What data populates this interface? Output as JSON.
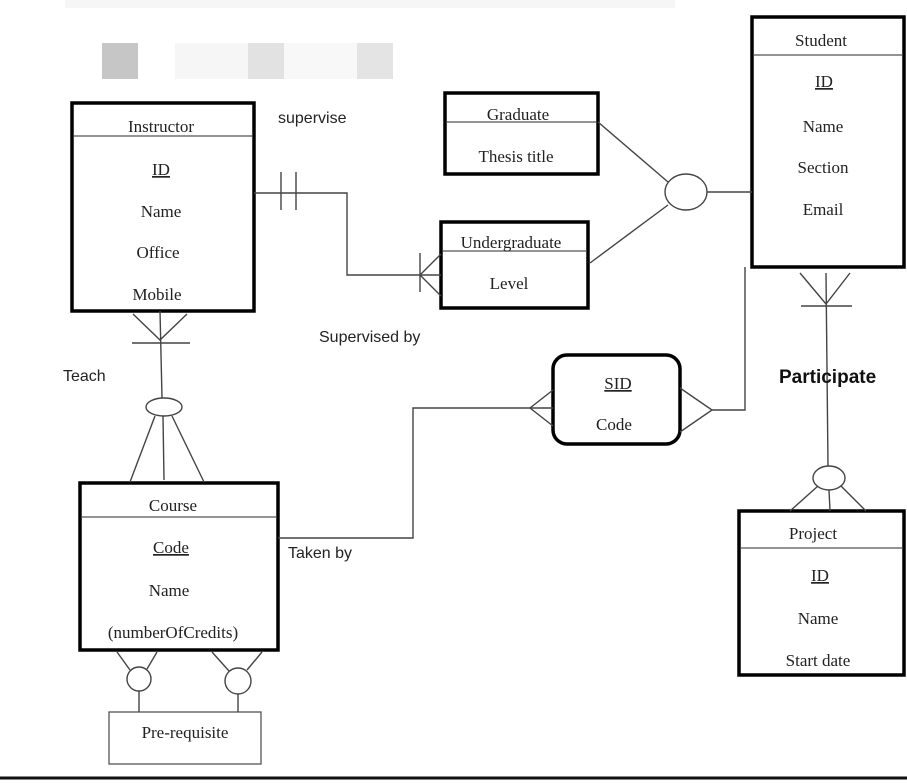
{
  "entities": {
    "instructor": {
      "title": "Instructor",
      "key": "ID",
      "attrs": [
        "Name",
        "Office",
        "Mobile"
      ]
    },
    "graduate": {
      "title": "Graduate",
      "attrs": [
        "Thesis title"
      ]
    },
    "undergraduate": {
      "title": "Undergraduate",
      "attrs": [
        "Level"
      ]
    },
    "student": {
      "title": "Student",
      "key": "ID",
      "attrs": [
        "Name",
        "Section",
        "Email"
      ]
    },
    "enrollment": {
      "key": "SID",
      "attrs": [
        "Code"
      ]
    },
    "course": {
      "title": "Course",
      "key": "Code",
      "attrs": [
        "Name",
        "(numberOfCredits)"
      ]
    },
    "project": {
      "title": "Project",
      "key": "ID",
      "attrs": [
        "Name",
        "Start date"
      ]
    },
    "prerequisite": {
      "title": "Pre-requisite"
    }
  },
  "relationships": {
    "supervise": "supervise",
    "supervised_by": "Supervised by",
    "teach": "Teach",
    "participate": "Participate",
    "taken_by": "Taken by"
  }
}
